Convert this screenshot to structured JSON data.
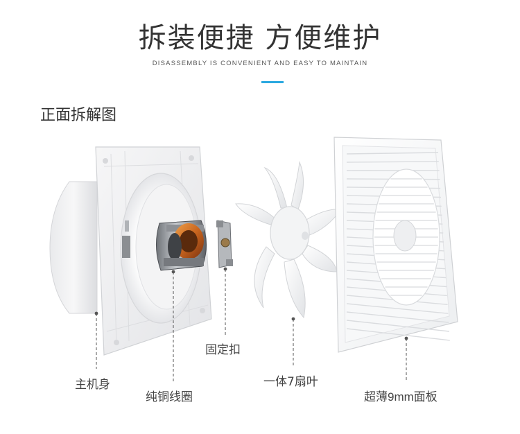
{
  "header": {
    "title": "拆装便捷 方便维护",
    "subtitle": "DISASSEMBLY IS CONVENIENT AND EASY TO MAINTAIN"
  },
  "section": {
    "title": "正面拆解图"
  },
  "parts": {
    "main_body": "主机身",
    "copper_coil": "纯铜线圈",
    "fixing_clip": "固定扣",
    "fan_blade": "一体7扇叶",
    "panel": "超薄9mm面板"
  },
  "colors": {
    "accent": "#2aa8e0",
    "text": "#333333",
    "copper": "#c8641e"
  }
}
